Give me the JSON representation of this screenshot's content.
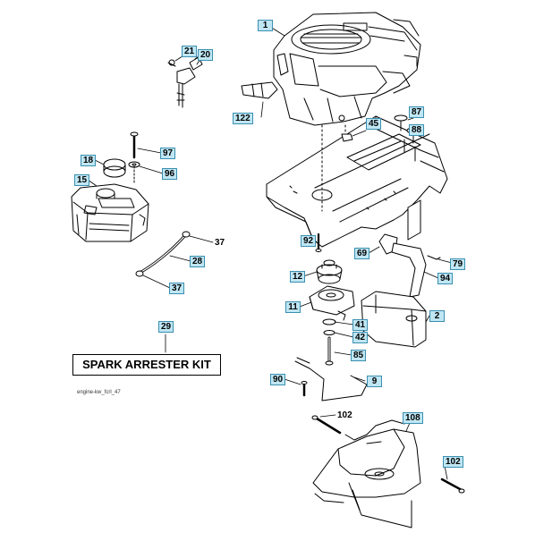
{
  "diagram": {
    "kit_title": "SPARK ARRESTER KIT",
    "figure_ref": "engine-kw_fcrl_47",
    "part_numbers": {
      "p1": "1",
      "p2": "2",
      "p9": "9",
      "p11": "11",
      "p12": "12",
      "p15": "15",
      "p18": "18",
      "p20": "20",
      "p21": "21",
      "p28": "28",
      "p29": "29",
      "p37a": "37",
      "p37b": "37",
      "p41": "41",
      "p42": "42",
      "p45": "45",
      "p69": "69",
      "p79": "79",
      "p85": "85",
      "p87": "87",
      "p88": "88",
      "p90": "90",
      "p92": "92",
      "p94": "94",
      "p96": "96",
      "p97": "97",
      "p102a": "102",
      "p102b": "102",
      "p108": "108",
      "p122": "122"
    }
  }
}
